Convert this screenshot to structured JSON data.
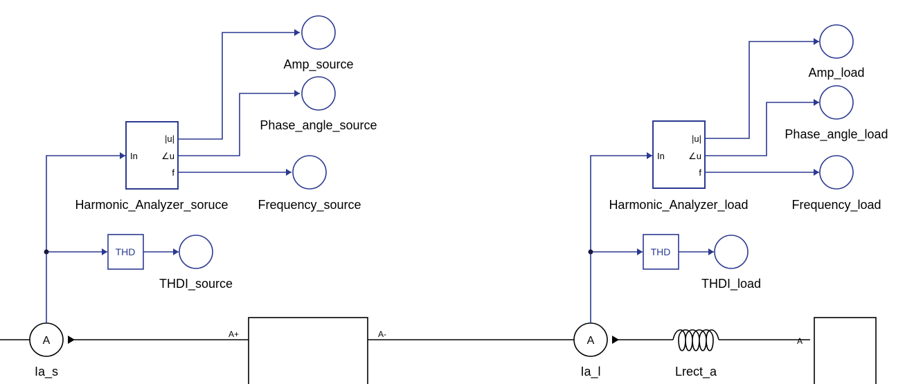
{
  "colors": {
    "signal": "#2b3990",
    "power": "#000000",
    "background": "#ffffff"
  },
  "source_side": {
    "harmonic_analyzer": {
      "label": "Harmonic_Analyzer_soruce",
      "input_port": "In",
      "output_ports": [
        "|u|",
        "∠u",
        "f"
      ]
    },
    "thd_block": {
      "text": "THD"
    },
    "outputs": {
      "amp": "Amp_source",
      "phase": "Phase_angle_source",
      "frequency": "Frequency_source",
      "thdi": "THDI_source"
    },
    "ammeter": {
      "symbol": "A",
      "label": "Ia_s"
    },
    "component": {
      "port_plus": "A+",
      "port_minus": "A-"
    }
  },
  "load_side": {
    "harmonic_analyzer": {
      "label": "Harmonic_Analyzer_load",
      "input_port": "In",
      "output_ports": [
        "|u|",
        "∠u",
        "f"
      ]
    },
    "thd_block": {
      "text": "THD"
    },
    "outputs": {
      "amp": "Amp_load",
      "phase": "Phase_angle_load",
      "frequency": "Frequency_load",
      "thdi": "THDI_load"
    },
    "ammeter": {
      "symbol": "A",
      "label": "Ia_l"
    },
    "inductor": {
      "label": "Lrect_a"
    },
    "component": {
      "port": "A"
    }
  }
}
